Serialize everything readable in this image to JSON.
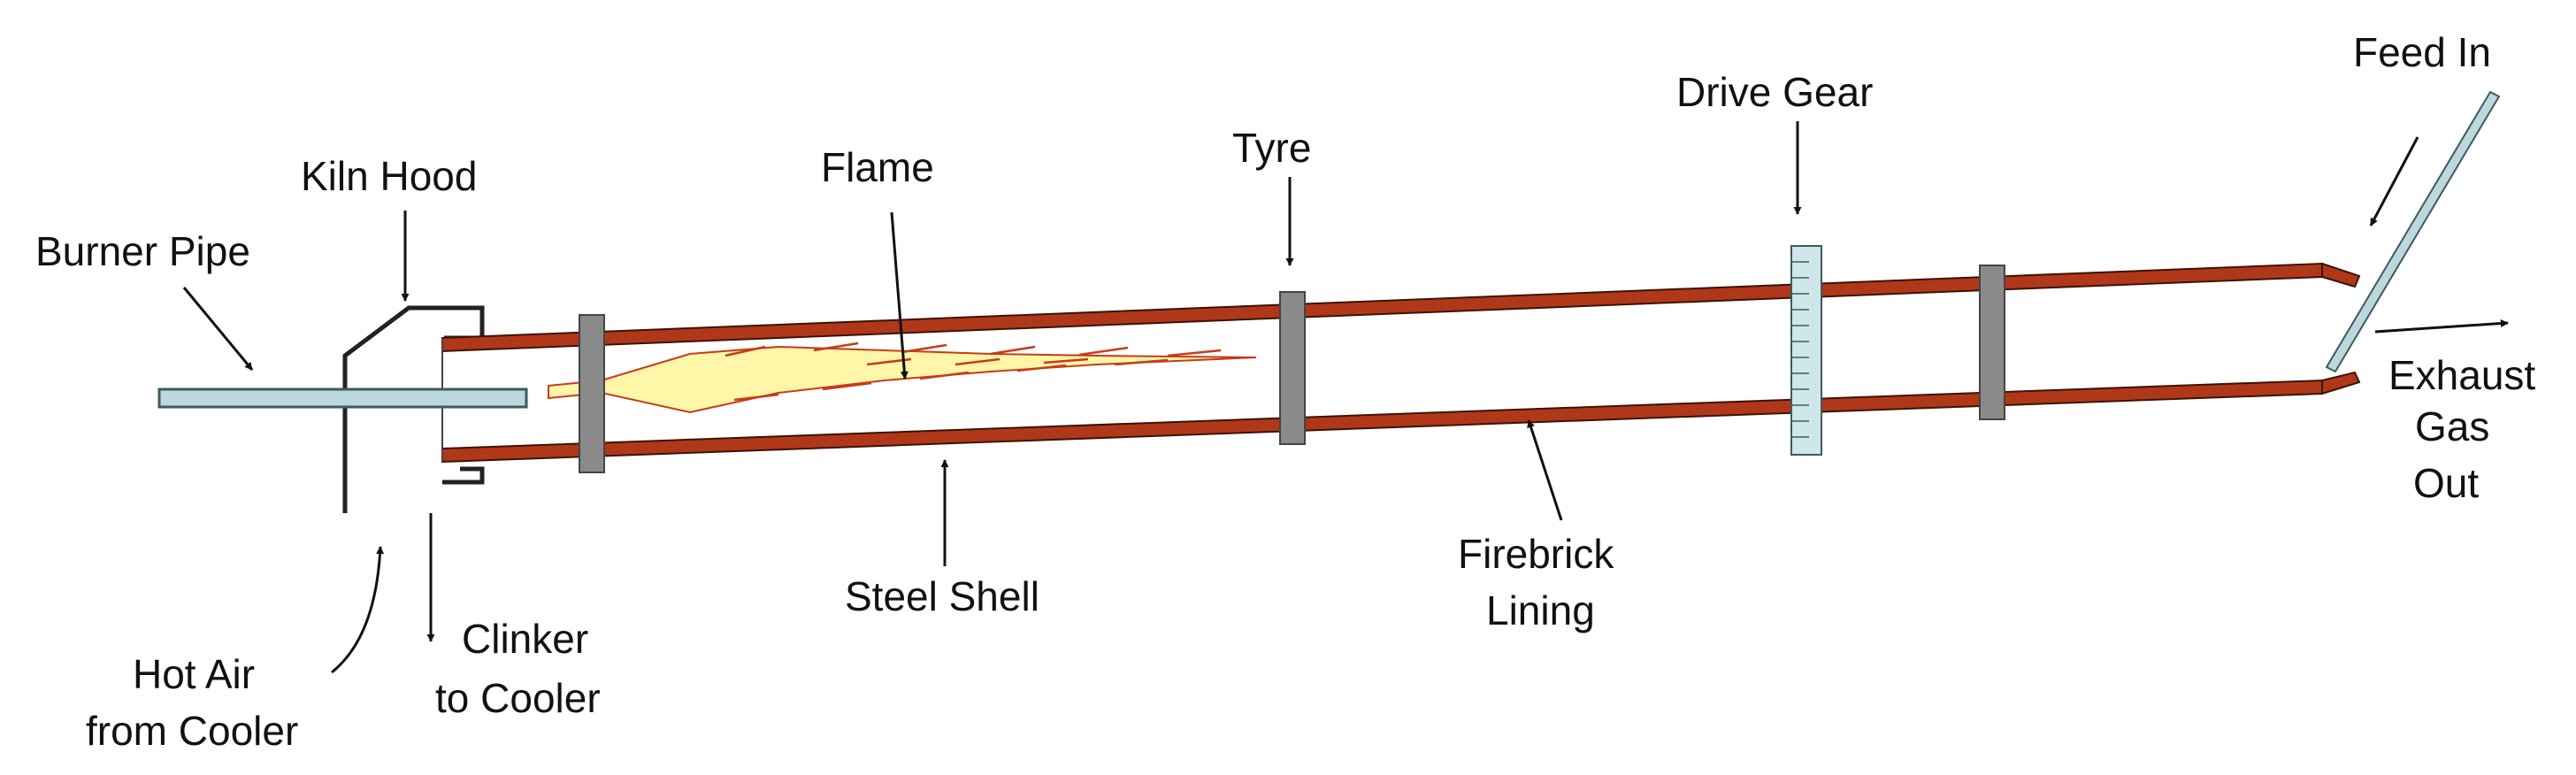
{
  "labels": {
    "burner_pipe": "Burner Pipe",
    "kiln_hood": "Kiln Hood",
    "flame": "Flame",
    "tyre": "Tyre",
    "drive_gear": "Drive Gear",
    "feed_in": "Feed In",
    "exhaust_line1": "Exhaust",
    "exhaust_line2": "Gas",
    "exhaust_line3": "Out",
    "hot_air_line1": "Hot Air",
    "hot_air_line2": "from Cooler",
    "clinker_line1": "Clinker",
    "clinker_line2": "to Cooler",
    "steel_shell": "Steel Shell",
    "firebrick_line1": "Firebrick",
    "firebrick_line2": "Lining"
  },
  "colors": {
    "shell": "#b03818",
    "shell_outline": "#3a1408",
    "pipe_fill": "#bcd8dc",
    "pipe_stroke": "#3d5a60",
    "tyre_fill": "#8a8a8a",
    "tyre_stroke": "#444444",
    "flame_fill": "#fff6a8",
    "flame_edge": "#c83a1a",
    "gear_fill": "#cfe6ea",
    "hood": "#222222",
    "arrow": "#111111"
  }
}
